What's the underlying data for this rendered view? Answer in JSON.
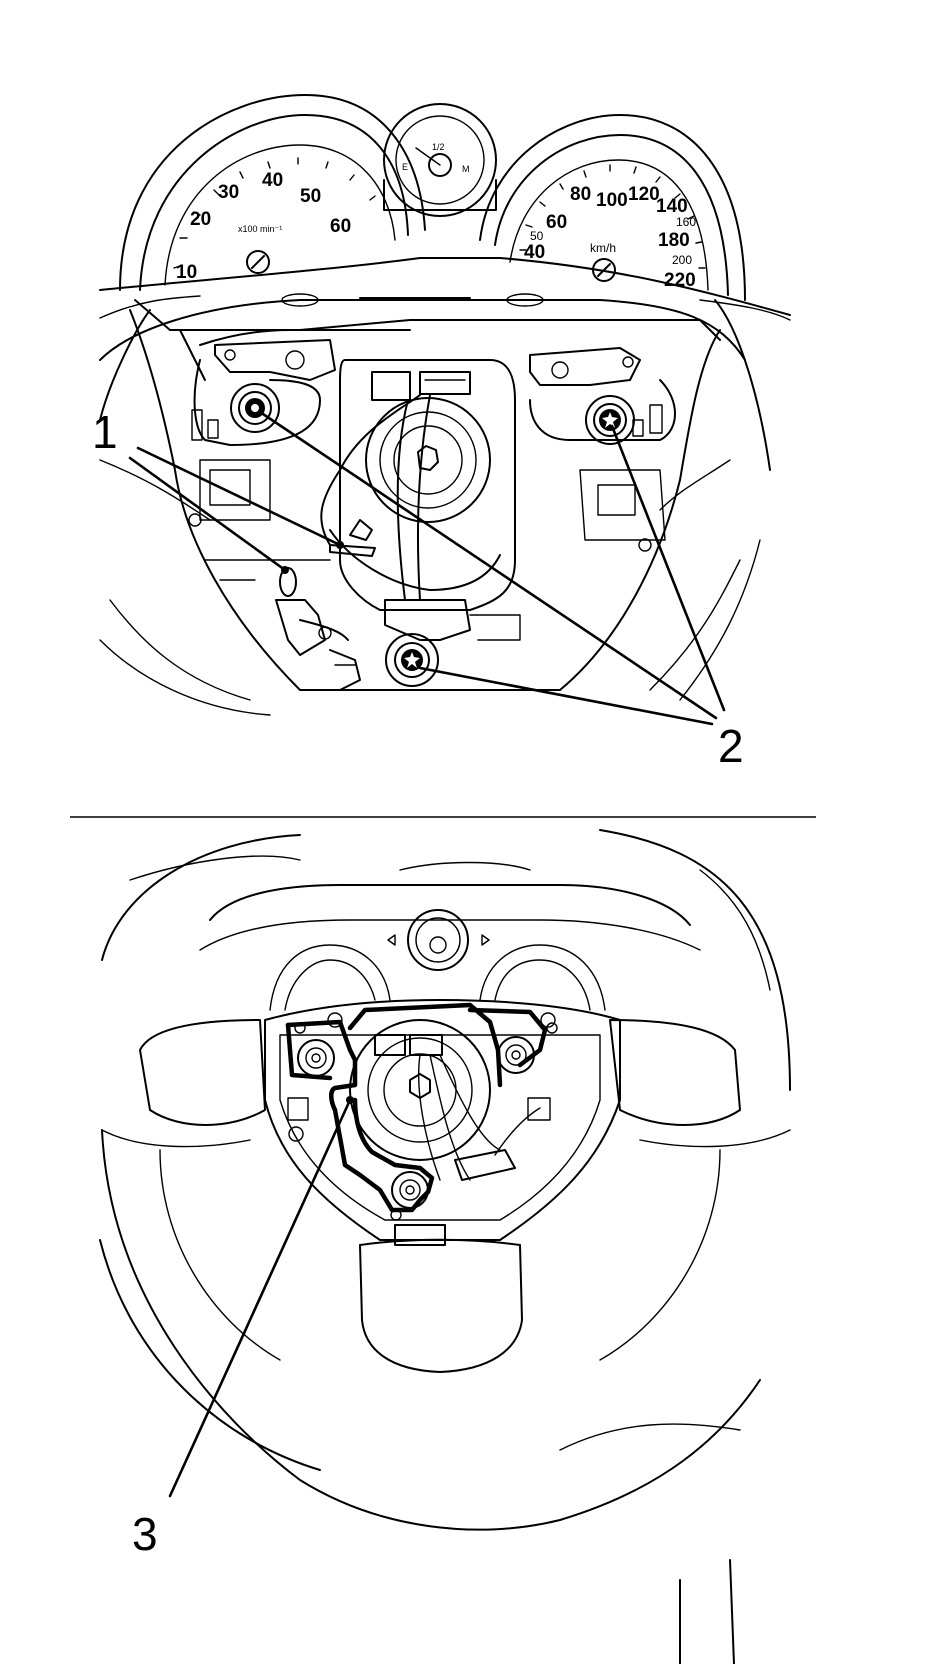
{
  "callouts": {
    "c1": "1",
    "c2": "2",
    "c3": "3"
  },
  "tachometer": {
    "scale": [
      "10",
      "20",
      "30",
      "40",
      "50",
      "60"
    ],
    "unit": "x100 min⁻¹"
  },
  "speedometer": {
    "scale": [
      "40",
      "60",
      "80",
      "100",
      "120",
      "140",
      "160",
      "180",
      "200",
      "220"
    ],
    "minor_scale": [
      "50"
    ],
    "unit": "km/h"
  },
  "temp_gauge": {
    "labels": [
      "E",
      "1/2",
      "M"
    ]
  },
  "colors": {
    "ink": "#000000",
    "paper": "#ffffff"
  }
}
